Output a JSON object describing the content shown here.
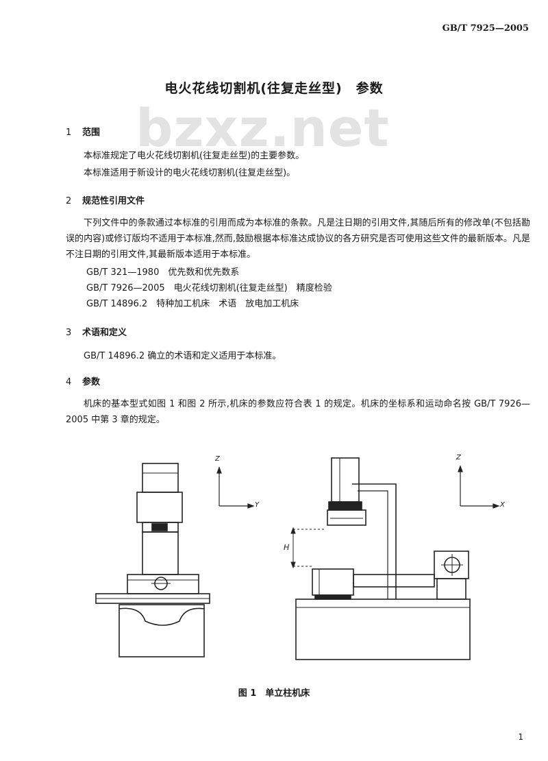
{
  "header": {
    "standard_no": "GB/T 7925—2005"
  },
  "watermark": "bzxz.net",
  "title": "电火花线切割机(往复走丝型)　参数",
  "sections": [
    {
      "num": "1",
      "title": "范围"
    },
    {
      "num": "2",
      "title": "规范性引用文件"
    },
    {
      "num": "3",
      "title": "术语和定义"
    },
    {
      "num": "4",
      "title": "参数"
    }
  ],
  "s1": {
    "p1": "本标准规定了电火花线切割机(往复走丝型)的主要参数。",
    "p2": "本标准适用于新设计的电火花线切割机(往复走丝型)。"
  },
  "s2": {
    "intro": "下列文件中的条款通过本标准的引用而成为本标准的条款。凡是注日期的引用文件,其随后所有的修改单(不包括勘误的内容)或修订版均不适用于本标准,然而,鼓励根据本标准达成协议的各方研究是否可使用这些文件的最新版本。凡是不注日期的引用文件,其最新版本适用于本标准。",
    "refs": [
      "GB/T 321—1980　优先数和优先数系",
      "GB/T 7926—2005　电火花线切割机(往复走丝型)　精度检验",
      "GB/T 14896.2　特种加工机床　术语　放电加工机床"
    ]
  },
  "s3": {
    "p1": "GB/T 14896.2 确立的术语和定义适用于本标准。"
  },
  "s4": {
    "p1": "机床的基本型式如图 1 和图 2 所示,机床的参数应符合表 1 的规定。机床的坐标系和运动命名按 GB/T 7926—2005 中第 3 章的规定。"
  },
  "figure": {
    "axis_z": "Z",
    "axis_y": "Y",
    "axis_x": "X",
    "dim_h": "H",
    "caption": "图 1　单立柱机床"
  },
  "page_number": "1"
}
